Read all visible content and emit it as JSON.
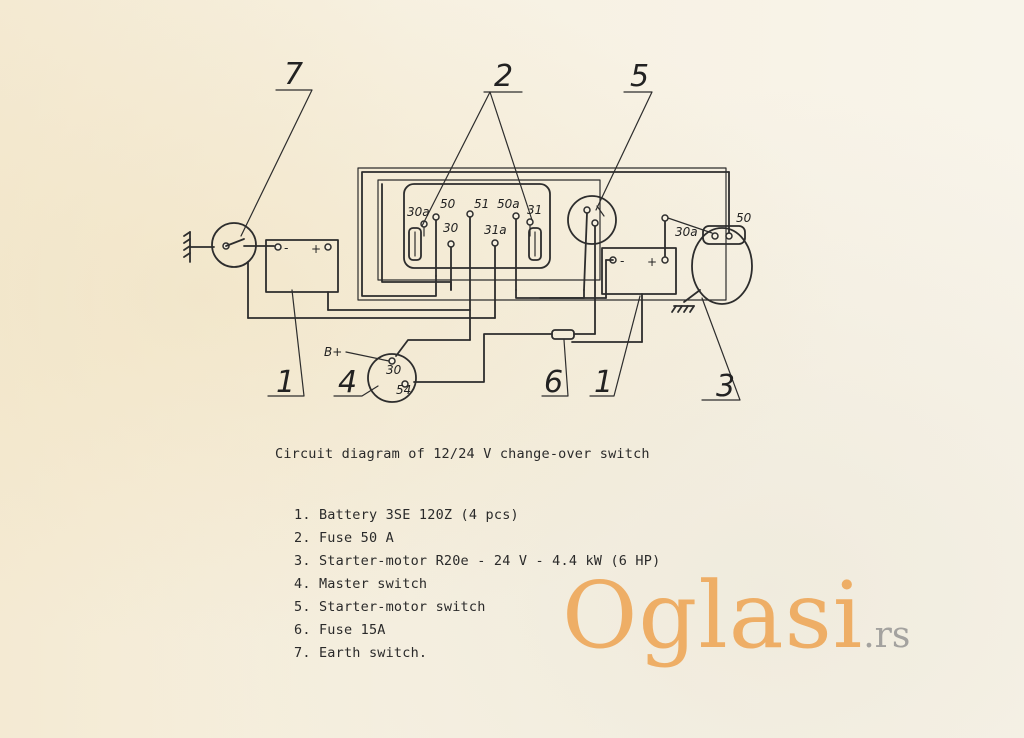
{
  "diagram": {
    "callouts": [
      "7",
      "2",
      "5",
      "1",
      "4",
      "6",
      "1",
      "3"
    ],
    "terminal_labels": [
      "30a",
      "50",
      "51",
      "50a",
      "31",
      "30",
      "31a",
      "30a",
      "50",
      "30",
      "54",
      "B+"
    ],
    "battery_signs": [
      "-",
      "+",
      "-",
      "+"
    ],
    "caption": "Circuit diagram of 12/24 V change-over switch",
    "legend": [
      "1. Battery 3SE 120Z (4 pcs)",
      "2. Fuse 50 A",
      "3. Starter-motor R20e - 24 V - 4.4 kW (6 HP)",
      "4. Master switch",
      "5. Starter-motor switch",
      "6. Fuse 15A",
      "7. Earth switch."
    ]
  },
  "watermark": {
    "brand": "Oglasi",
    "tld": ".rs"
  },
  "colors": {
    "ink": "#2d2d2d",
    "paper": "#f6f0e0",
    "watermark_orange": "#ee9d45",
    "watermark_grey": "#8a8a8a"
  }
}
